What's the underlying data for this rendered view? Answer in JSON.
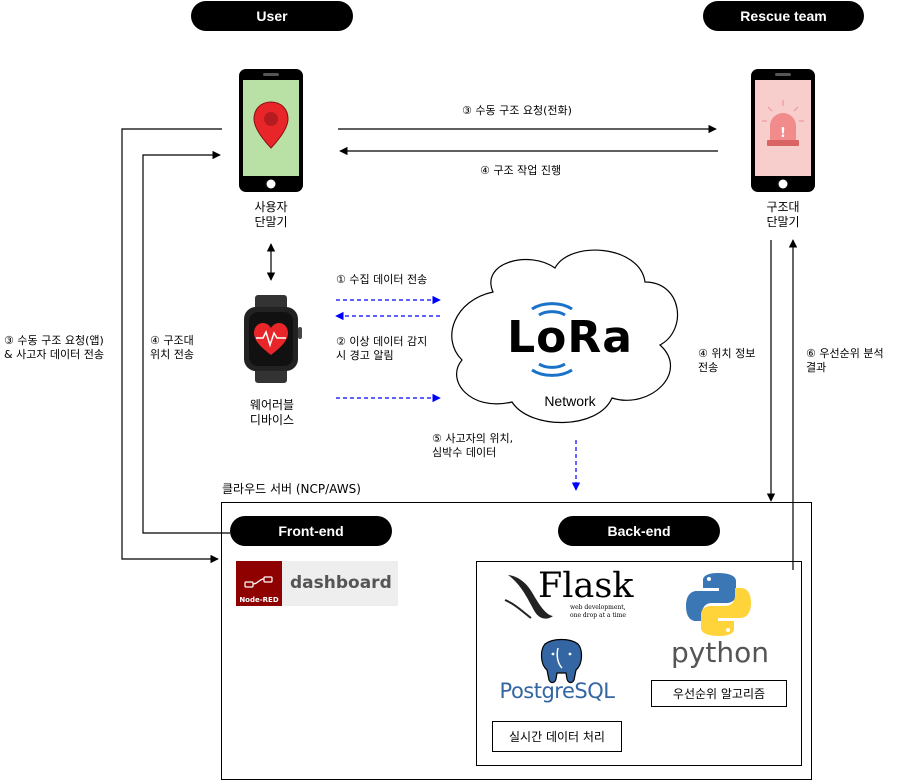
{
  "actors": {
    "user": "User",
    "rescue": "Rescue team"
  },
  "devices": {
    "user_phone_line1": "사용자",
    "user_phone_line2": "단말기",
    "rescue_phone_line1": "구조대",
    "rescue_phone_line2": "단말기",
    "wearable_line1": "웨어러블",
    "wearable_line2": "디바이스"
  },
  "network": {
    "logo": "LoRa",
    "label": "Network"
  },
  "flows": {
    "manual_call": "③ 수동 구조 요청(전화)",
    "rescue_progress": "④ 구조 작업 진행",
    "collect_send": "① 수집 데이터 전송",
    "anomaly_line1": "② 이상 데이터 감지",
    "anomaly_line2": "시 경고 알림",
    "victim_line1": "⑤ 사고자의 위치,",
    "victim_line2": "심박수 데이터",
    "location_line1": "④ 위치 정보",
    "location_line2": "전송",
    "priority_line1": "⑥ 우선순위 분석",
    "priority_line2": "결과",
    "rescue_loc_line1": "④ 구조대",
    "rescue_loc_line2": "위치 전송",
    "app_request_line1": "③ 수동 구조 요청(앱)",
    "app_request_line2": "& 사고자 데이터 전송"
  },
  "cloud": {
    "title": "클라우드 서버 (NCP/AWS)",
    "frontend": "Front-end",
    "backend": "Back-end",
    "nodered_label": "Node-RED",
    "dashboard": "dashboard",
    "flask": "Flask",
    "flask_tag1": "web development,",
    "flask_tag2": "one drop at a time",
    "python": "python",
    "postgres": "PostgreSQL",
    "priority_algo": "우선순위 알고리즘",
    "realtime": "실시간 데이터 처리"
  },
  "colors": {
    "pill": "#000000",
    "arrow_dashed": "#0000ff",
    "user_screen": "#b9e0a5",
    "rescue_screen": "#f8cecc",
    "lora_blue": "#1a73c9",
    "nodered_red": "#8f0000",
    "python_blue": "#3b76b5",
    "python_yellow": "#ffd43b"
  }
}
